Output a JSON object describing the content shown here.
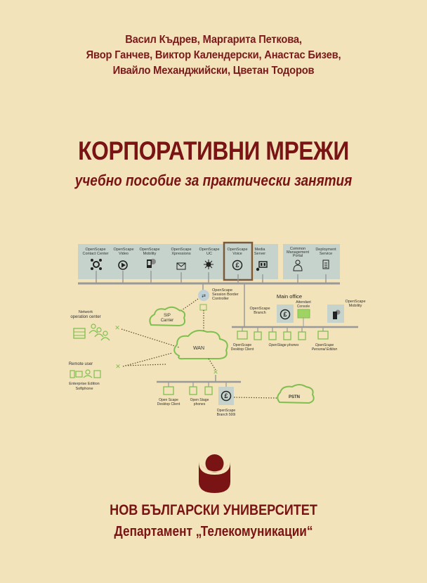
{
  "cover": {
    "authors": [
      "Васил Къдрев, Маргарита Петкова,",
      "Явор Ганчев, Виктор Календерски, Анастас Бизев,",
      "Ивайло Механджийски, Цветан Тодоров"
    ],
    "title": "КОРПОРАТИВНИ МРЕЖИ",
    "subtitle": "учебно пособие за практически занятия",
    "publisher": "НОВ БЪЛГАРСКИ УНИВЕРСИТЕТ",
    "department": "Департамент „Телекомуникации“",
    "colors": {
      "background": "#f2e3bb",
      "accent": "#7a1414",
      "diagram_green": "#7fbf4f",
      "diagram_panel": "#c6d3cd"
    }
  },
  "diagram": {
    "top_panel_services": [
      {
        "label1": "OpenScape",
        "label2": "Contact Center",
        "icon": "network-hub-icon"
      },
      {
        "label1": "OpenScape",
        "label2": "Video",
        "icon": "play-icon"
      },
      {
        "label1": "OpenScape",
        "label2": "Mobility",
        "icon": "mobile-icon"
      },
      {
        "label1": "OpenScape",
        "label2": "Xpressions",
        "icon": "envelope-icon"
      },
      {
        "label1": "OpenScape",
        "label2": "UC",
        "icon": "sunburst-icon"
      },
      {
        "label1": "OpenScape",
        "label2": "Voice",
        "icon": "voice-logo-icon"
      },
      {
        "label1": "Media",
        "label2": "Server",
        "icon": "media-server-icon"
      }
    ],
    "top_panel_right": [
      {
        "label1": "Common",
        "label2": "Management",
        "label3": "Portal",
        "icon": "person-icon"
      },
      {
        "label1": "Deployment",
        "label2": "Service",
        "icon": "document-icon"
      }
    ],
    "sbc": {
      "label1": "OpenScape",
      "label2": "Session Border",
      "label3": "Controller"
    },
    "sip_carrier": {
      "label1": "SIP",
      "label2": "Carrier"
    },
    "noc": {
      "label1": "Network",
      "label2": "operation center"
    },
    "wan": "WAN",
    "remote_user": {
      "title": "Remote user",
      "label1": "Enterprise Edition",
      "label2": "Softphone"
    },
    "main_office": {
      "title": "Main office",
      "branch": {
        "label1": "OpenScape",
        "label2": "Branch"
      },
      "attendant": {
        "label1": "Attendant",
        "label2": "Console"
      },
      "mobility": {
        "label1": "OpenScape",
        "label2": "Mobility"
      },
      "desktop_client": {
        "label1": "OpenScape",
        "label2": "Desktop Client"
      },
      "phones": "OpenStage phones",
      "personal": {
        "label1": "OpenScape",
        "label2": "Personal Edition"
      }
    },
    "branch_site": {
      "desktop_client": {
        "label1": "Open Scape",
        "label2": "Desktop Client"
      },
      "phones": {
        "label1": "Open Stage",
        "label2": "phones"
      },
      "branch500": {
        "label1": "OpenScape",
        "label2": "Branch 500i"
      }
    },
    "pstn": "PSTN"
  }
}
